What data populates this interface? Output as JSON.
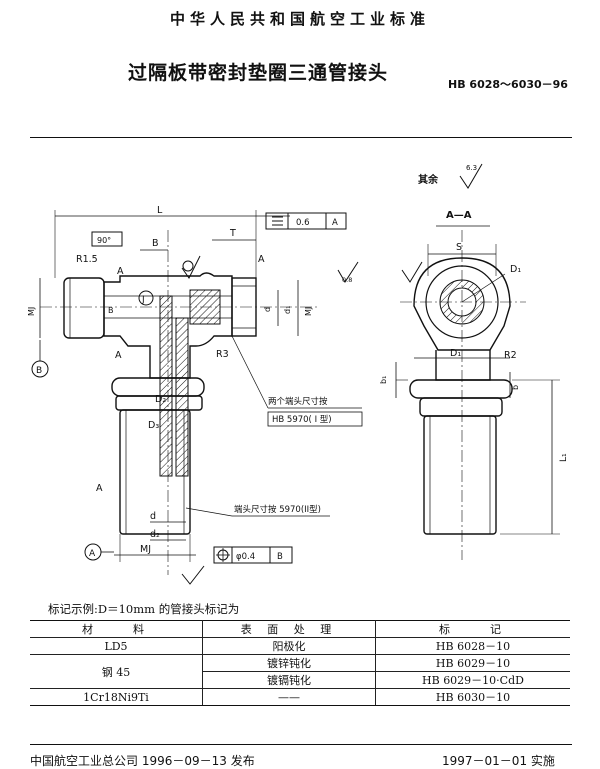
{
  "header": {
    "standard_org": "中华人民共和国航空工业标准",
    "title": "过隔板带密封垫圈三通管接头",
    "code": "HB 6028～6030－96"
  },
  "drawing": {
    "roughness_other": "其余",
    "roughness_value": "6.3",
    "section_label": "A—A",
    "dim_L": "L",
    "dim_T": "T",
    "dim_B": "B",
    "dim_S": "S",
    "angle_90": "90°",
    "radius_R15": "R1.5",
    "radius_R2": "R2",
    "radius_R3": "R3",
    "mark_A": "A",
    "mark_B": "B",
    "mark_J": "J",
    "dim_MJ": "MJ",
    "dim_d": "d",
    "dim_d1": "d₁",
    "dim_d2": "d₂",
    "dim_D1": "D₁",
    "dim_D2": "D₂",
    "dim_D3": "D₃",
    "dim_b": "b",
    "dim_b1": "b₁",
    "dim_L1": "L₁",
    "rough_08": "0.8",
    "tol_flat_value": "0.6",
    "tol_flat_ref": "A",
    "tol_pos_value": "φ0.4",
    "tol_pos_ref": "B",
    "datum_A": "A",
    "datum_B": "B",
    "note_ends_1": "两个端头尺寸按",
    "note_ends_2": "HB 5970( I 型)",
    "note_end_single": "端头尺寸按 5970(II型)"
  },
  "marking_example": "标记示例:D＝10mm 的管接头标记为",
  "table": {
    "headers": [
      "材　　料",
      "表 面 处 理",
      "标　　记"
    ],
    "rows": [
      {
        "material": "LD5",
        "treatment": "阳极化",
        "mark": "HB 6028－10"
      },
      {
        "material": "钢 45",
        "treatment": "镀锌钝化",
        "mark": "HB 6029－10"
      },
      {
        "material": "",
        "treatment": "镀镉钝化",
        "mark": "HB 6029－10·CdD"
      },
      {
        "material": "1Cr18Ni9Ti",
        "treatment": "——",
        "mark": "HB 6030－10"
      }
    ]
  },
  "footer": {
    "issue": "中国航空工业总公司 1996－09－13 发布",
    "effective": "1997－01－01 实施"
  }
}
